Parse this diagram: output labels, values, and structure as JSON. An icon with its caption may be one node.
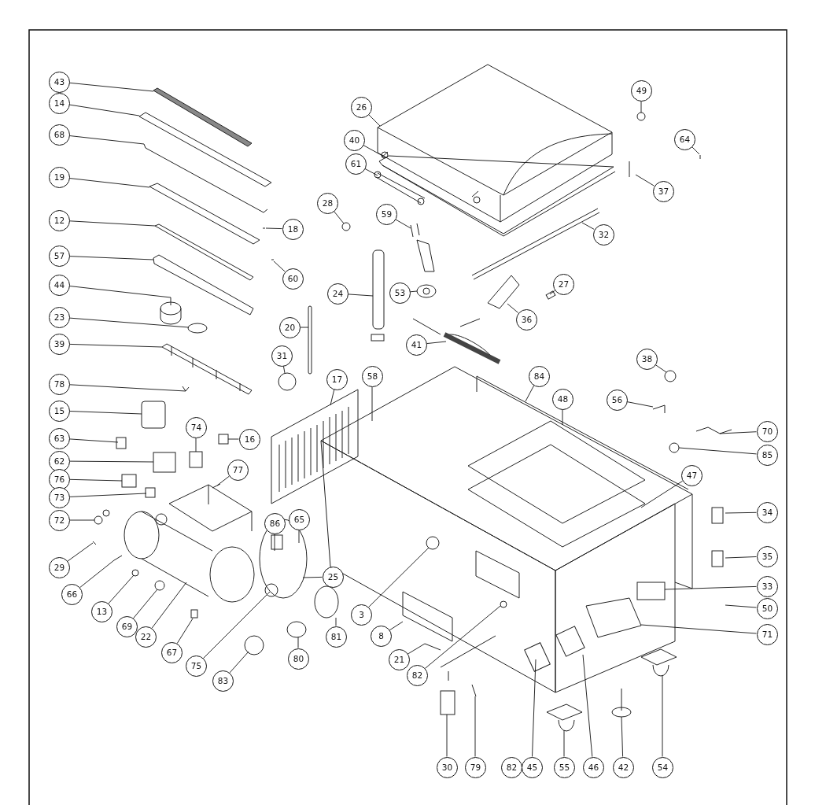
{
  "diagram": {
    "nodes": [
      {
        "text": [
          "43"
        ]
      },
      {
        "text": [
          "14"
        ]
      },
      {
        "text": [
          "68"
        ]
      },
      {
        "text": [
          "19"
        ]
      },
      {
        "text": [
          "12"
        ]
      },
      {
        "text": [
          "57"
        ]
      },
      {
        "text": [
          "44"
        ]
      },
      {
        "text": [
          "23"
        ]
      },
      {
        "text": [
          "39"
        ]
      },
      {
        "text": [
          "78"
        ]
      },
      {
        "text": [
          "15"
        ]
      },
      {
        "text": [
          "63"
        ]
      },
      {
        "text": [
          "62"
        ]
      },
      {
        "text": [
          "76"
        ]
      },
      {
        "text": [
          "73"
        ]
      },
      {
        "text": [
          "72"
        ]
      },
      {
        "text": [
          "29"
        ]
      },
      {
        "text": [
          "66"
        ]
      },
      {
        "text": [
          "13"
        ]
      },
      {
        "text": [
          "69"
        ]
      },
      {
        "text": [
          "22"
        ]
      },
      {
        "text": [
          "67"
        ]
      },
      {
        "text": [
          "75"
        ]
      },
      {
        "text": [
          "83"
        ]
      },
      {
        "text": [
          "80"
        ]
      },
      {
        "text": [
          "81"
        ]
      },
      {
        "text": [
          "25"
        ]
      },
      {
        "text": [
          "65"
        ]
      },
      {
        "text": [
          "86"
        ]
      },
      {
        "text": [
          "74"
        ]
      },
      {
        "text": [
          "16"
        ]
      },
      {
        "text": [
          "77"
        ]
      },
      {
        "text": [
          "3"
        ]
      },
      {
        "text": [
          "8"
        ]
      },
      {
        "text": [
          "21"
        ]
      },
      {
        "text": [
          "82"
        ]
      },
      {
        "text": [
          "30"
        ]
      },
      {
        "text": [
          "79"
        ]
      },
      {
        "text": [
          "82"
        ]
      },
      {
        "text": [
          "45"
        ]
      },
      {
        "text": [
          "55"
        ]
      },
      {
        "text": [
          "46"
        ]
      },
      {
        "text": [
          "42"
        ]
      },
      {
        "text": [
          "54"
        ]
      },
      {
        "text": [
          "71"
        ]
      },
      {
        "text": [
          "50"
        ]
      },
      {
        "text": [
          "33"
        ]
      },
      {
        "text": [
          "35"
        ]
      },
      {
        "text": [
          "34"
        ]
      },
      {
        "text": [
          "47"
        ]
      },
      {
        "text": [
          "85"
        ]
      },
      {
        "text": [
          "70"
        ]
      },
      {
        "text": [
          "48"
        ]
      },
      {
        "text": [
          "84"
        ]
      },
      {
        "text": [
          "56"
        ]
      },
      {
        "text": [
          "38"
        ]
      },
      {
        "text": [
          "58"
        ]
      },
      {
        "text": [
          "17"
        ]
      },
      {
        "text": [
          "31"
        ]
      },
      {
        "text": [
          "20"
        ]
      },
      {
        "text": [
          "41"
        ]
      },
      {
        "text": [
          "24"
        ]
      },
      {
        "text": [
          "53"
        ]
      },
      {
        "text": [
          "36"
        ]
      },
      {
        "text": [
          "27"
        ]
      },
      {
        "text": [
          "59"
        ]
      },
      {
        "text": [
          "28"
        ]
      },
      {
        "text": [
          "60"
        ]
      },
      {
        "text": [
          "18"
        ]
      },
      {
        "text": [
          "61"
        ]
      },
      {
        "text": [
          "40"
        ]
      },
      {
        "text": [
          "26"
        ]
      },
      {
        "text": [
          "32"
        ]
      },
      {
        "text": [
          "49"
        ]
      },
      {
        "text": [
          "37"
        ]
      },
      {
        "text": [
          "64"
        ]
      }
    ],
    "edges": [
      {
        "from": 0,
        "to": null,
        "arrow": "none"
      },
      {
        "from": 1,
        "to": null,
        "arrow": "none"
      },
      {
        "from": 2,
        "to": null,
        "arrow": "none"
      },
      {
        "from": 3,
        "to": null,
        "arrow": "none"
      },
      {
        "from": 4,
        "to": null,
        "arrow": "none"
      },
      {
        "from": 5,
        "to": null,
        "arrow": "none"
      },
      {
        "from": 6,
        "to": null,
        "arrow": "none"
      },
      {
        "from": 7,
        "to": null,
        "arrow": "none"
      },
      {
        "from": 8,
        "to": null,
        "arrow": "none"
      },
      {
        "from": 9,
        "to": null,
        "arrow": "none"
      },
      {
        "from": 10,
        "to": null,
        "arrow": "none"
      },
      {
        "from": 11,
        "to": null,
        "arrow": "none"
      },
      {
        "from": 12,
        "to": null,
        "arrow": "none"
      },
      {
        "from": 13,
        "to": null,
        "arrow": "none"
      },
      {
        "from": 14,
        "to": null,
        "arrow": "none"
      },
      {
        "from": 15,
        "to": null,
        "arrow": "none"
      },
      {
        "from": 16,
        "to": null,
        "arrow": "none"
      },
      {
        "from": 17,
        "to": null,
        "arrow": "none"
      },
      {
        "from": 18,
        "to": null,
        "arrow": "none"
      },
      {
        "from": 19,
        "to": null,
        "arrow": "none"
      },
      {
        "from": 20,
        "to": null,
        "arrow": "none"
      },
      {
        "from": 21,
        "to": null,
        "arrow": "none"
      },
      {
        "from": 22,
        "to": null,
        "arrow": "none"
      },
      {
        "from": 23,
        "to": null,
        "arrow": "none"
      },
      {
        "from": 24,
        "to": null,
        "arrow": "none"
      },
      {
        "from": 25,
        "to": null,
        "arrow": "none"
      },
      {
        "from": 26,
        "to": null,
        "arrow": "none"
      },
      {
        "from": 27,
        "to": null,
        "arrow": "none"
      },
      {
        "from": 28,
        "to": null,
        "arrow": "none"
      },
      {
        "from": 29,
        "to": null,
        "arrow": "none"
      },
      {
        "from": 30,
        "to": null,
        "arrow": "none"
      },
      {
        "from": 31,
        "to": null,
        "arrow": "none"
      },
      {
        "from": 32,
        "to": null,
        "arrow": "none"
      },
      {
        "from": 33,
        "to": null,
        "arrow": "none"
      },
      {
        "from": 34,
        "to": null,
        "arrow": "none"
      },
      {
        "from": 35,
        "to": null,
        "arrow": "none"
      },
      {
        "from": 36,
        "to": null,
        "arrow": "none"
      },
      {
        "from": 37,
        "to": null,
        "arrow": "none"
      },
      {
        "from": 39,
        "to": null,
        "arrow": "none"
      },
      {
        "from": 40,
        "to": null,
        "arrow": "none"
      },
      {
        "from": 41,
        "to": null,
        "arrow": "none"
      },
      {
        "from": 42,
        "to": null,
        "arrow": "none"
      },
      {
        "from": 43,
        "to": null,
        "arrow": "none"
      },
      {
        "from": 44,
        "to": null,
        "arrow": "none"
      },
      {
        "from": 45,
        "to": null,
        "arrow": "none"
      },
      {
        "from": 46,
        "to": null,
        "arrow": "none"
      },
      {
        "from": 47,
        "to": null,
        "arrow": "none"
      },
      {
        "from": 48,
        "to": null,
        "arrow": "none"
      },
      {
        "from": 49,
        "to": null,
        "arrow": "none"
      },
      {
        "from": 50,
        "to": null,
        "arrow": "none"
      },
      {
        "from": 51,
        "to": null,
        "arrow": "none"
      },
      {
        "from": 52,
        "to": null,
        "arrow": "none"
      },
      {
        "from": 53,
        "to": null,
        "arrow": "none"
      },
      {
        "from": 54,
        "to": null,
        "arrow": "none"
      },
      {
        "from": 55,
        "to": null,
        "arrow": "none"
      },
      {
        "from": 56,
        "to": null,
        "arrow": "none"
      },
      {
        "from": 57,
        "to": null,
        "arrow": "none"
      },
      {
        "from": 58,
        "to": null,
        "arrow": "none"
      },
      {
        "from": 59,
        "to": null,
        "arrow": "none"
      },
      {
        "from": 60,
        "to": null,
        "arrow": "none"
      },
      {
        "from": 61,
        "to": null,
        "arrow": "none"
      },
      {
        "from": 62,
        "to": null,
        "arrow": "none"
      },
      {
        "from": 63,
        "to": null,
        "arrow": "none"
      },
      {
        "from": 64,
        "to": null,
        "arrow": "none"
      },
      {
        "from": 65,
        "to": null,
        "arrow": "none"
      },
      {
        "from": 66,
        "to": null,
        "arrow": "none"
      },
      {
        "from": 67,
        "to": null,
        "arrow": "none"
      },
      {
        "from": 68,
        "to": null,
        "arrow": "none"
      },
      {
        "from": 69,
        "to": null,
        "arrow": "none"
      },
      {
        "from": 70,
        "to": null,
        "arrow": "none"
      },
      {
        "from": 71,
        "to": null,
        "arrow": "none"
      },
      {
        "from": 72,
        "to": null,
        "arrow": "none"
      },
      {
        "from": 73,
        "to": null,
        "arrow": "none"
      },
      {
        "from": 74,
        "to": null,
        "arrow": "none"
      },
      {
        "from": 75,
        "to": null,
        "arrow": "none"
      }
    ]
  }
}
